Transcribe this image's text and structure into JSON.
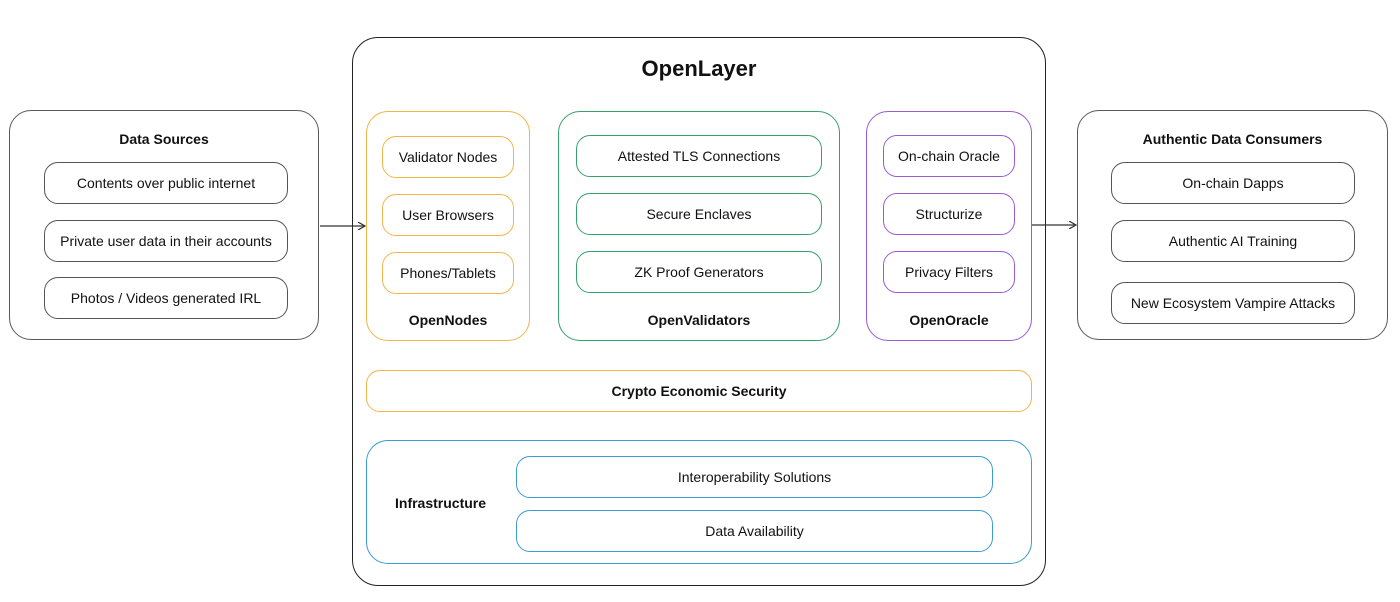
{
  "colors": {
    "neutral": "#5a5a5a",
    "orange": "#f0b54b",
    "green": "#37a06a",
    "purple": "#9b5bd1",
    "blue": "#3b9bd3"
  },
  "data_sources": {
    "title": "Data Sources",
    "items": [
      "Contents over public internet",
      "Private user data in their accounts",
      "Photos / Videos generated IRL"
    ]
  },
  "openlayer": {
    "title": "OpenLayer",
    "opennodes": {
      "title": "OpenNodes",
      "items": [
        "Validator Nodes",
        "User Browsers",
        "Phones/Tablets"
      ]
    },
    "openvalidators": {
      "title": "OpenValidators",
      "items": [
        "Attested TLS Connections",
        "Secure Enclaves",
        "ZK Proof Generators"
      ]
    },
    "openoracle": {
      "title": "OpenOracle",
      "items": [
        "On-chain Oracle",
        "Structurize",
        "Privacy Filters"
      ]
    },
    "crypto_security": "Crypto Economic Security",
    "infrastructure": {
      "title": "Infrastructure",
      "items": [
        "Interoperability Solutions",
        "Data Availability"
      ]
    }
  },
  "consumers": {
    "title": "Authentic Data Consumers",
    "items": [
      "On-chain Dapps",
      "Authentic AI Training",
      "New Ecosystem Vampire Attacks"
    ]
  }
}
